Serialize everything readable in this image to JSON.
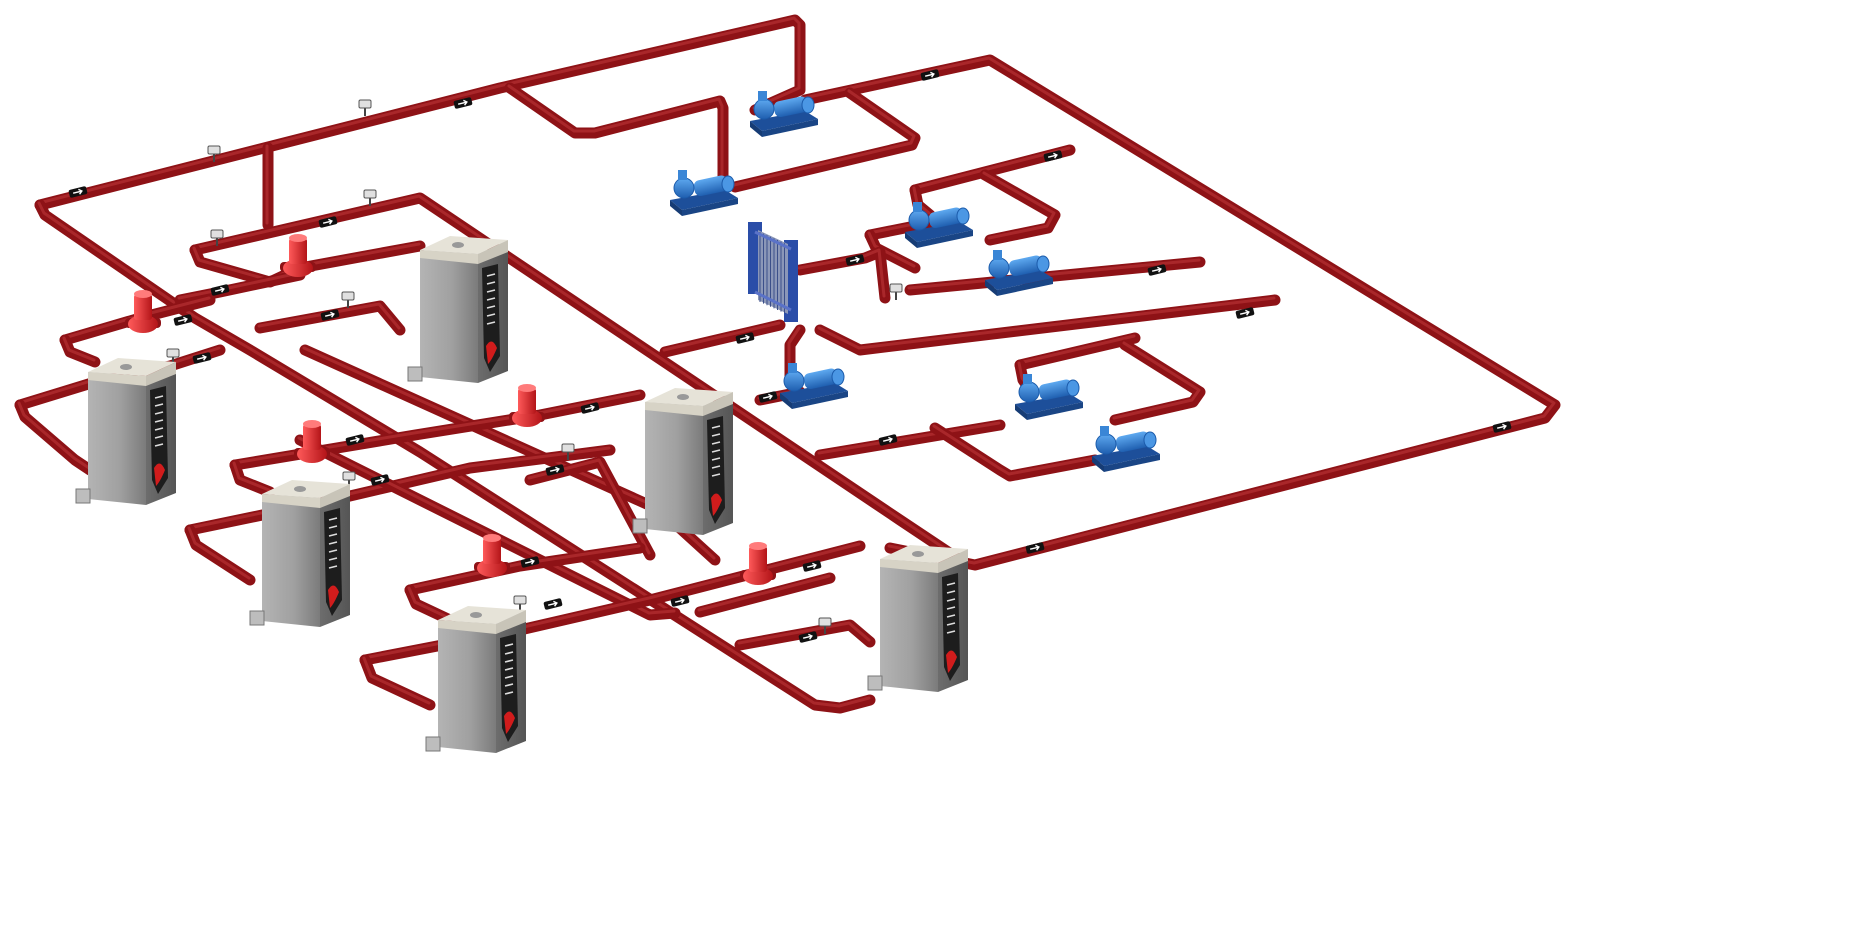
{
  "diagram": {
    "kind": "3D hydronic boiler plant piping schematic",
    "colors": {
      "pipe": "#8e1216",
      "pipe_highlight": "#c0393d",
      "inline_pump": "#e3262a",
      "base_pump": "#2f7fd6",
      "boiler_body": "#9c9c9c",
      "boiler_cap": "#e6e3d8",
      "heat_exchanger": "#2a4da8",
      "flow_arrow": "#111111"
    },
    "icons": {
      "boiler": "condensing-boiler-icon",
      "inline_pump": "inline-circulator-pump-icon",
      "base_pump": "end-suction-pump-icon",
      "heat_exchanger": "plate-heat-exchanger-icon",
      "sensor": "temperature-sensor-icon",
      "flow_arrow": "flow-arrow-icon"
    },
    "counts": {
      "boilers": 6,
      "inline_pumps": 6,
      "base_mounted_pumps": 7,
      "plate_heat_exchangers": 1
    }
  }
}
